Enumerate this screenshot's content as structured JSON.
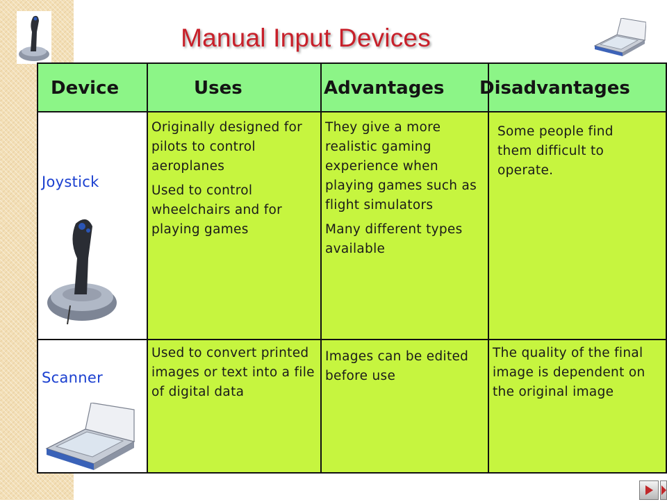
{
  "slide": {
    "title": "Manual Input Devices"
  },
  "table": {
    "headers": {
      "device": "Device",
      "uses": "Uses",
      "advantages": "Advantages",
      "disadvantages": "Disadvantages"
    },
    "rows": [
      {
        "device": "Joystick",
        "uses": [
          "Originally designed for pilots to control aeroplanes",
          "Used to control wheelchairs and for playing games"
        ],
        "advantages": [
          "They give a more realistic gaming experience when playing games such as flight simulators",
          "Many different types available"
        ],
        "disadvantages": [
          "Some people find them difficult to operate."
        ]
      },
      {
        "device": "Scanner",
        "uses": [
          "Used to convert printed images or text into a file of digital data"
        ],
        "advantages": [
          "Images can be edited before use"
        ],
        "disadvantages": [
          "The quality of the final image is dependent on the original image"
        ]
      }
    ]
  },
  "icons": {
    "top_left": "joystick-icon",
    "top_right": "scanner-icon",
    "nav_next": "next-slide-icon",
    "nav_end": "last-slide-icon"
  },
  "colors": {
    "title": "#c8202a",
    "header_bg": "#8cf587",
    "cell_bg": "#c6f53f",
    "device_label": "#1a3fd0",
    "side_strip": "#f3dfb6"
  }
}
